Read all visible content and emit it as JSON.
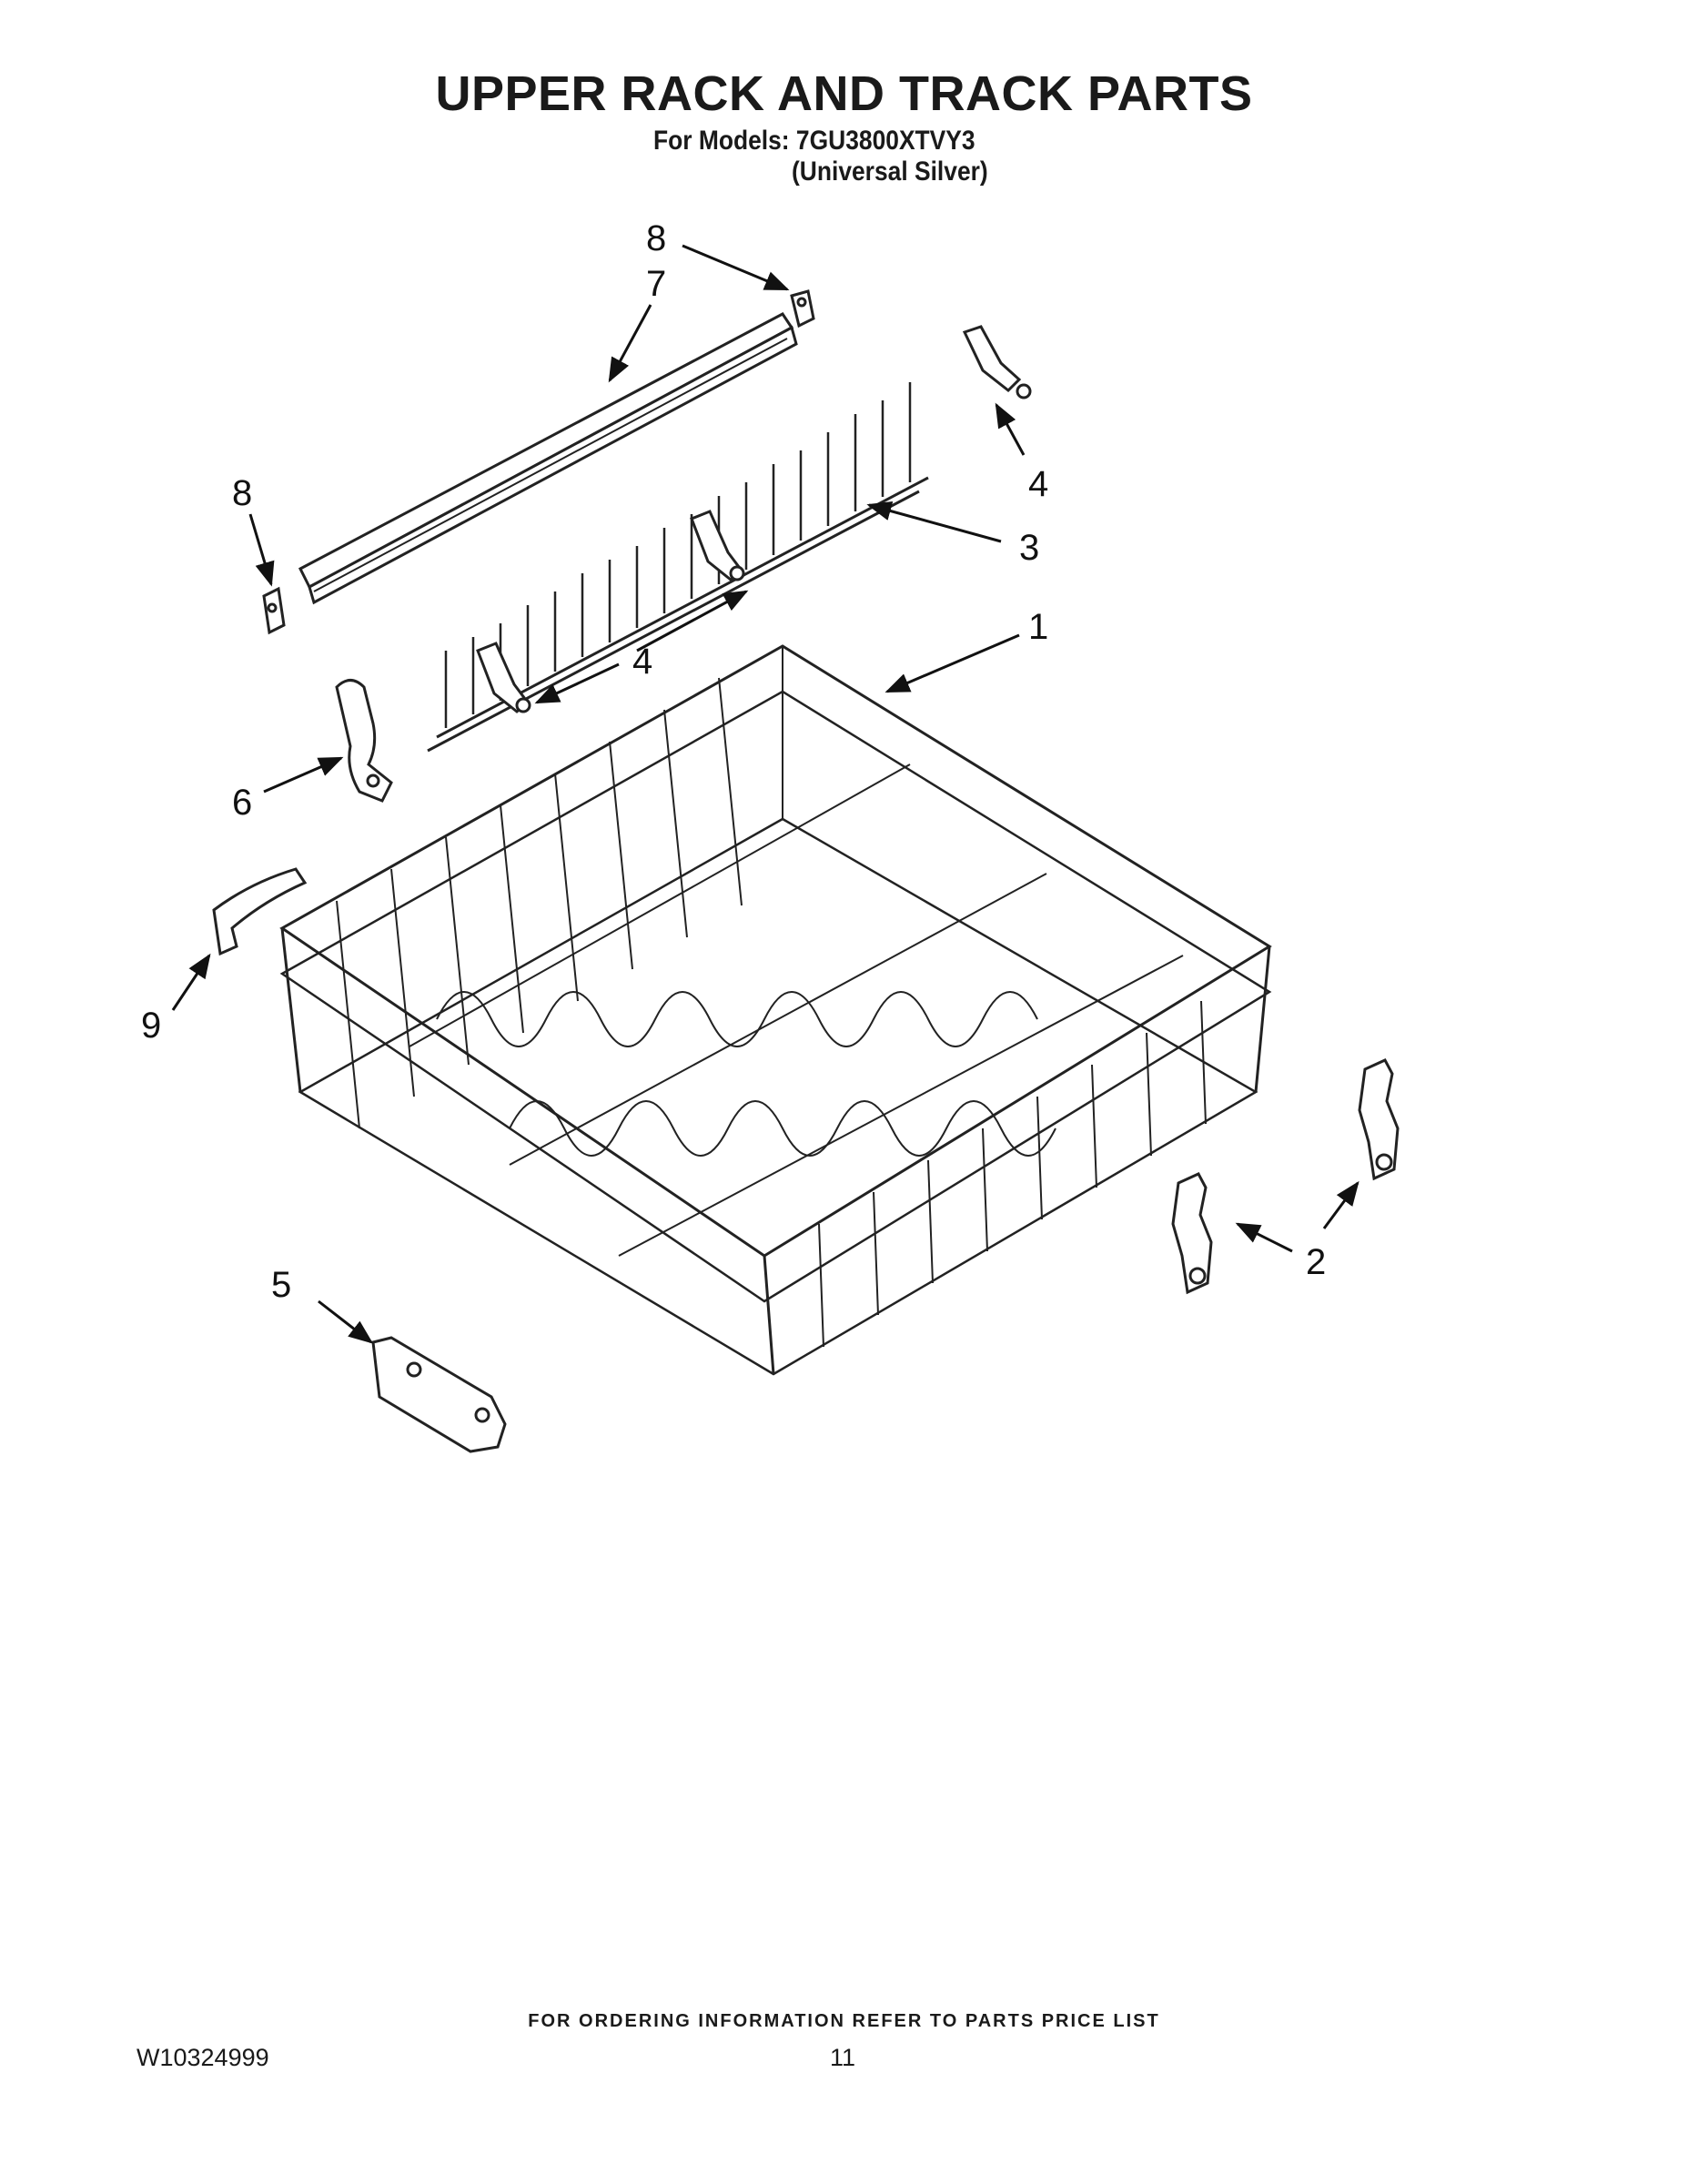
{
  "header": {
    "title": "UPPER RACK AND TRACK PARTS",
    "models_line": "For Models: 7GU3800XTVY3",
    "color_line": "(Universal Silver)"
  },
  "callouts": {
    "c1": "1",
    "c2": "2",
    "c3": "3",
    "c4a": "4",
    "c4b": "4",
    "c5": "5",
    "c6": "6",
    "c7": "7",
    "c8a": "8",
    "c8b": "8",
    "c9": "9"
  },
  "footer": {
    "ordering_note": "FOR ORDERING INFORMATION REFER TO PARTS PRICE LIST",
    "doc_number": "W10324999",
    "page_number": "11"
  }
}
